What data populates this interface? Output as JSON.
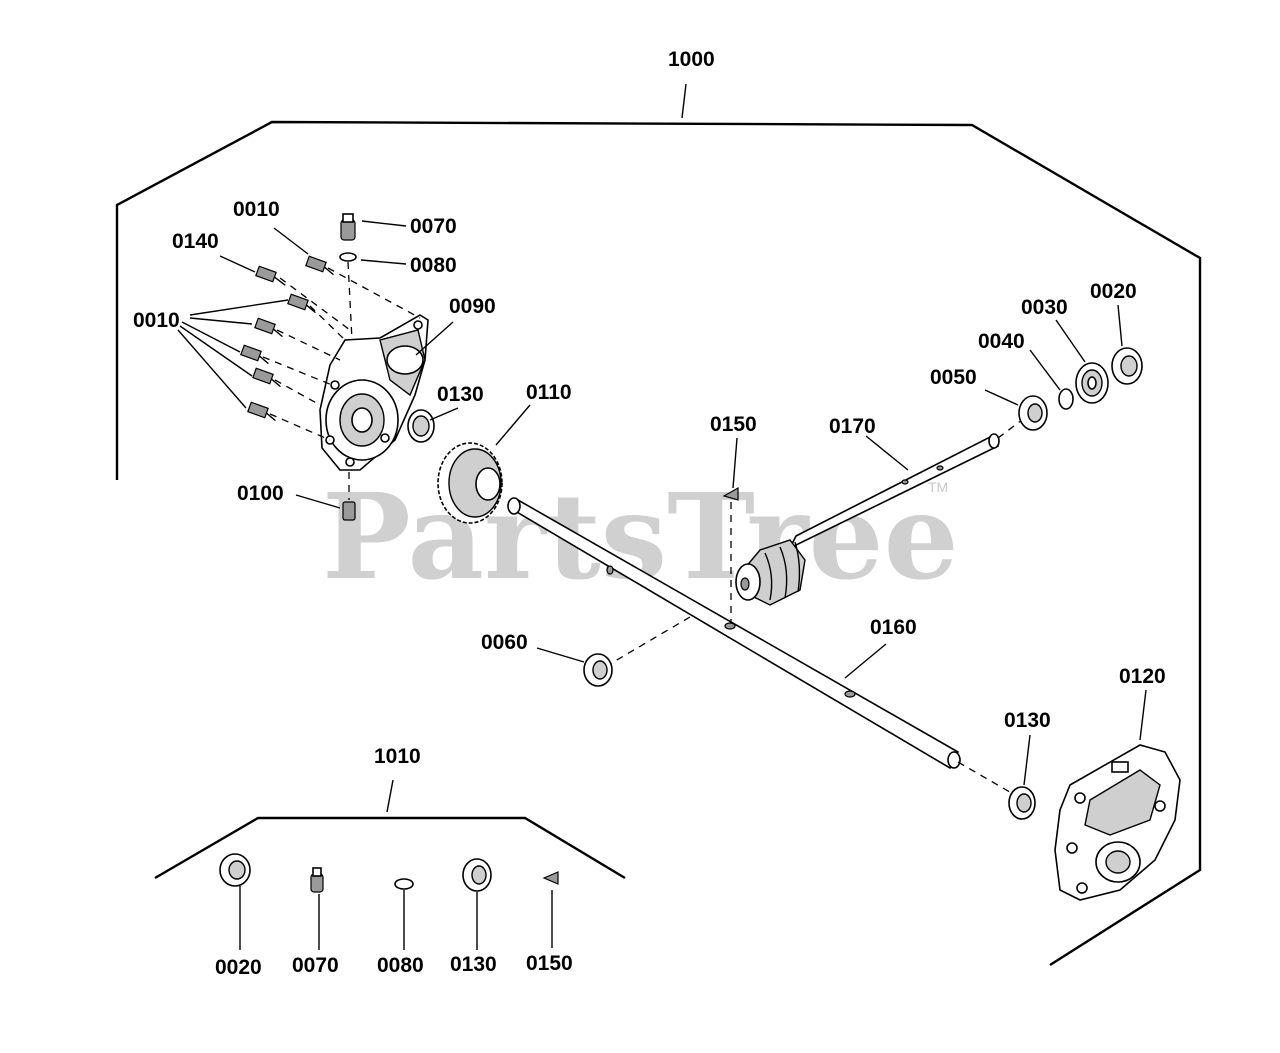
{
  "watermark": {
    "text": "PartsTree",
    "mark": "TM"
  },
  "assemblies": [
    {
      "id": "a1000",
      "label": "1000"
    },
    {
      "id": "a1010",
      "label": "1010"
    }
  ],
  "callouts": {
    "c0010a": "0010",
    "c0010b": "0010",
    "c0070": "0070",
    "c0080": "0080",
    "c0140": "0140",
    "c0090": "0090",
    "c0130a": "0130",
    "c0110": "0110",
    "c0100": "0100",
    "c0150": "0150",
    "c0170": "0170",
    "c0020": "0020",
    "c0030": "0030",
    "c0040": "0040",
    "c0050": "0050",
    "c0060": "0060",
    "c0160": "0160",
    "c0120": "0120",
    "c0130b": "0130"
  },
  "kit_items": [
    "0020",
    "0070",
    "0080",
    "0130",
    "0150"
  ]
}
